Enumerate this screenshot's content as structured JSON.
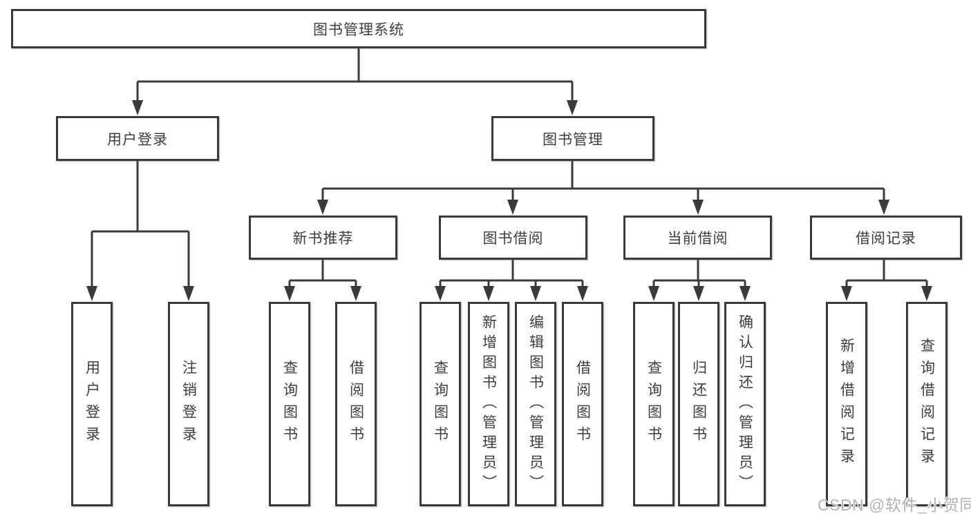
{
  "diagram": {
    "root": {
      "label": "图书管理系统"
    },
    "level2": [
      {
        "label": "用户登录"
      },
      {
        "label": "图书管理"
      }
    ],
    "level3": [
      {
        "label": "新书推荐"
      },
      {
        "label": "图书借阅"
      },
      {
        "label": "当前借阅"
      },
      {
        "label": "借阅记录"
      }
    ],
    "leaves": [
      {
        "label": "用户登录"
      },
      {
        "label": "注销登录"
      },
      {
        "label": "查询图书"
      },
      {
        "label": "借阅图书"
      },
      {
        "label": "查询图书"
      },
      {
        "label": "新增图书（管理员）"
      },
      {
        "label": "编辑图书（管理员）"
      },
      {
        "label": "借阅图书"
      },
      {
        "label": "查询图书"
      },
      {
        "label": "归还图书"
      },
      {
        "label": "确认归还（管理员）"
      },
      {
        "label": "新增借阅记录"
      },
      {
        "label": "查询借阅记录"
      }
    ]
  },
  "watermark": {
    "text": "CSDN @软件_小贺同学"
  },
  "colors": {
    "line": "#3a3a3a",
    "box_border": "#393939",
    "text": "#3d3d3d",
    "watermark": "#b2b2b2",
    "background": "#ffffff"
  }
}
